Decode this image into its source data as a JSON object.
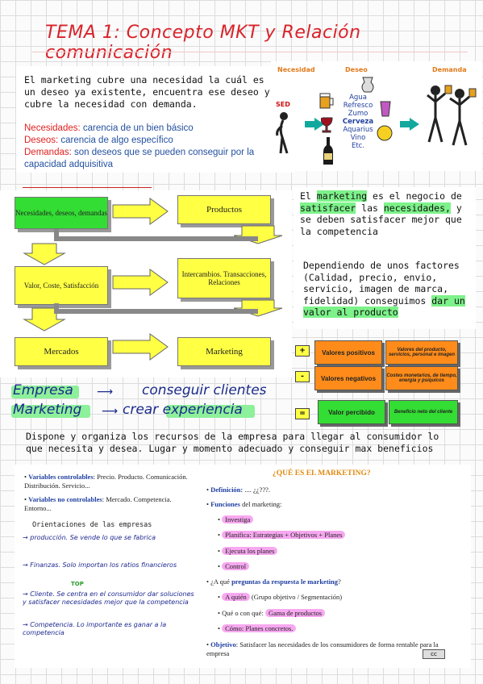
{
  "title": "TEMA 1: Concepto MKT y Relación comunicación",
  "intro": {
    "paragraph": "El marketing cubre una necesidad la cuál es un deseo ya existente, encuentra ese deseo y cubre la necesidad con demanda.",
    "defs": [
      {
        "key": "Necesidades:",
        "value": " carencia de un bien básico"
      },
      {
        "key": "Deseos:",
        "value": " carencia de algo específico"
      },
      {
        "key": "Demandas:",
        "value": " son deseos que se pueden conseguir por la capacidad adquisitiva"
      }
    ]
  },
  "illustration": {
    "headers": [
      "Necesidad",
      "Deseo",
      "Demanda"
    ],
    "sed": "SED",
    "items": [
      "Agua",
      "Refresco",
      "Zumo",
      "Cerveza",
      "Aquarius",
      "Vino",
      "Etc."
    ]
  },
  "flow": {
    "box1": "Necesidades, deseos, demandas",
    "box2": "Productos",
    "box3": "Valor, Coste, Satisfacción",
    "box4": "Intercambios. Transacciones, Relaciones",
    "box5": "Mercados",
    "box6": "Marketing"
  },
  "right_text": {
    "p1_a": "El ",
    "p1_hl1": "marketing",
    "p1_b": " es el negocio de ",
    "p1_hl2": "satisfacer",
    "p1_c": " las ",
    "p1_hl3": "necesidades,",
    "p1_d": " y se deben satisfacer mejor que la competencia",
    "p2_a": "Dependiendo de unos factores (Calidad, precio, envio, servicio, imagen de marca, fidelidad) conseguimos ",
    "p2_hl": "dar un valor al producto"
  },
  "values": {
    "plus": "+",
    "minus": "-",
    "equals": "=",
    "pos_label": "Valores positivos",
    "pos_desc": "Valores del producto, servicios, personal e imagen",
    "neg_label": "Valores negativos",
    "neg_desc": "Costes monetarios, de tiempo, energía y psíquicos",
    "perc_label": "Valor percibido",
    "perc_desc": "Beneficio neto del cliente"
  },
  "handwritten": {
    "line1_a": "Empresa",
    "line1_b": "conseguir clientes",
    "line2_a": "Marketing",
    "line2_b": "crear experiencia"
  },
  "dispone": "Dispone y organiza los recursos de la empresa para llegar al consumidor lo que necesita y desea. Lugar y momento adecuado y conseguir max beneficios",
  "bottom_left": {
    "var_ctrl_k": "Variables controlables",
    "var_ctrl_v": ": Precio. Producto. Comunicación. Distribución. Servicio...",
    "var_nc_k": "Variables no controlables",
    "var_nc_v": ": Mercado. Competencia. Entorno...",
    "orient_title": "Orientaciones de las empresas",
    "o1": "→ producción. Se vende lo que se fabrica",
    "o2": "→ Finanzas. Solo importan los ratios financieros",
    "o3_tag": "TOP",
    "o3": "→ Cliente. Se centra en el consumidor dar soluciones y satisfacer necesidades mejor que la competencia",
    "o4": "→ Competencia. Lo importante es ganar a la competencia"
  },
  "bottom_right": {
    "heading": "¿QUÉ ES EL MARKETING?",
    "def_k": "Definición:",
    "def_v": " .... ¿¿???.",
    "func_k": "Funciones",
    "func_v": " del marketing:",
    "functions": [
      "Investiga",
      "Planifica: Estrategias + Objetivos + Planes",
      "Ejecuta los planes",
      "Control"
    ],
    "q_a": "¿A qué ",
    "q_k": "preguntas da respuesta le marketing",
    "q_b": "?",
    "answers": [
      {
        "hl": "A quién",
        "rest": " (Grupo objetivo / Segmentación)"
      },
      {
        "pre": "Qué o con qué: ",
        "hl": "Gama de productos"
      },
      {
        "hl": "Cómo: Planes concretos."
      }
    ],
    "obj_k": "Objetivo",
    "obj_v": ": Satisfacer las necesidades de los consumidores de forma rentable para la empresa",
    "cc": "cc"
  },
  "colors": {
    "title": "#d8232a",
    "highlight_green": "#7df28a",
    "highlight_pink": "#f7a8f0",
    "flow_yellow": "#ffff44",
    "flow_green": "#33dd33",
    "value_orange": "#ff8c1a"
  }
}
